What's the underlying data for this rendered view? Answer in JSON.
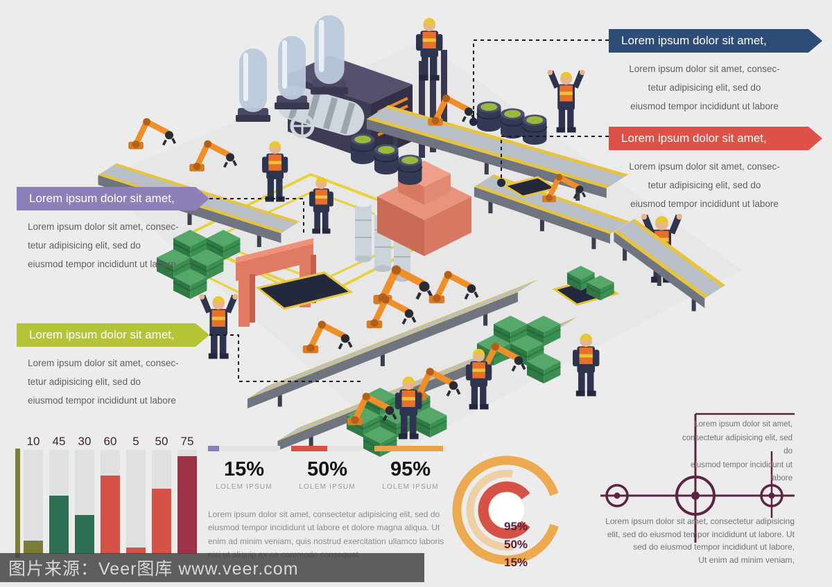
{
  "colors": {
    "background": "#ececec",
    "callout_blue": "#2d4d76",
    "callout_red": "#dd5146",
    "callout_purple": "#8d7fb8",
    "callout_green": "#b5c436",
    "accent_orange": "#ef8f2a",
    "accent_yellow": "#e8c43a",
    "dark_navy": "#343a55",
    "maroon": "#5c2342"
  },
  "callouts": [
    {
      "position": "top-right",
      "color": "#2d4d76",
      "title": "Lorem ipsum dolor sit amet,",
      "lines": [
        "Lorem ipsum dolor sit amet, consec-",
        "tetur adipisicing elit, sed do",
        "eiusmod tempor incididunt ut labore"
      ]
    },
    {
      "position": "mid-right",
      "color": "#dd5146",
      "title": "Lorem ipsum dolor sit amet,",
      "lines": [
        "Lorem ipsum dolor sit amet, consec-",
        "tetur adipisicing elit, sed do",
        "eiusmod tempor incididunt ut labore"
      ]
    },
    {
      "position": "mid-left",
      "color": "#8d7fb8",
      "title": "Lorem ipsum dolor sit amet,",
      "lines": [
        "Lorem ipsum dolor sit amet, consec-",
        "tetur adipisicing elit, sed do",
        "eiusmod tempor incididunt ut labore"
      ]
    },
    {
      "position": "lower-left",
      "color": "#b5c436",
      "title": "Lorem ipsum dolor sit amet,",
      "lines": [
        "Lorem ipsum dolor sit amet, consec-",
        "tetur adipisicing elit, sed do",
        "eiusmod tempor incididunt ut labore"
      ]
    }
  ],
  "bar_chart": {
    "labels": [
      "10",
      "45",
      "30",
      "60",
      "5",
      "50",
      "75"
    ],
    "values": [
      10,
      45,
      30,
      60,
      5,
      50,
      75
    ],
    "colors": [
      "#7c7c34",
      "#2e6e52",
      "#2e6e52",
      "#d65246",
      "#d65246",
      "#d65246",
      "#9e3246"
    ],
    "max": 80
  },
  "stats": [
    {
      "value": "15%",
      "pct": 15,
      "label": "LOLEM IPSUM",
      "color": "#8d7fb8"
    },
    {
      "value": "50%",
      "pct": 50,
      "label": "LOLEM IPSUM",
      "color": "#d65246"
    },
    {
      "value": "95%",
      "pct": 95,
      "label": "LOLEM IPSUM",
      "color": "#e9a24b"
    }
  ],
  "paragraph": [
    "Lorem ipsum dolor sit amet, consectetur adipisicing elit, sed do",
    "eiusmod tempor incididunt ut labore et dolore magna aliqua. Ut",
    "enim ad minim veniam, quis nostrud exercitation ullamco laboris",
    "nisi ut aliquip ex ea commodo consequat"
  ],
  "donut": {
    "rings": [
      {
        "label": "95%",
        "pct": 95,
        "arc": 90,
        "color": "#eda94f"
      },
      {
        "label": "50%",
        "pct": 50,
        "arc": 55,
        "color": "#edd0a5"
      },
      {
        "label": "15%",
        "pct": 15,
        "arc": 80,
        "color": "#d65246"
      }
    ]
  },
  "plane": {
    "top_lines": [
      "Lorem ipsum dolor sit amet,",
      "consectetur adipisicing elit, sed do",
      "eiusmod tempor incididunt ut labore"
    ],
    "bottom_lines": [
      "Lorem ipsum dolor sit amet, consectetur adipisicing",
      "elit, sed do eiusmod tempor incididunt ut labore. Ut",
      "sed do eiusmod tempor incididunt ut labore,",
      "Ut enim ad minim veniam,"
    ]
  },
  "watermark": {
    "text": "图片来源：Veer图库 www.veer.com"
  },
  "chart_data": [
    {
      "type": "bar",
      "categories": [
        "10",
        "45",
        "30",
        "60",
        "5",
        "50",
        "75"
      ],
      "values": [
        10,
        45,
        30,
        60,
        5,
        50,
        75
      ],
      "title": "",
      "xlabel": "",
      "ylabel": "",
      "ylim": [
        0,
        80
      ],
      "grid": false,
      "bar_colors": [
        "#7c7c34",
        "#2e6e52",
        "#2e6e52",
        "#d65246",
        "#d65246",
        "#d65246",
        "#9e3246"
      ]
    },
    {
      "type": "pie",
      "subtype": "concentric-donut",
      "labels": [
        "95%",
        "50%",
        "15%"
      ],
      "values": [
        95,
        50,
        15
      ],
      "colors": [
        "#eda94f",
        "#edd0a5",
        "#d65246"
      ],
      "legend_position": "inside-right"
    },
    {
      "type": "bar",
      "subtype": "progress",
      "categories": [
        "LOLEM IPSUM",
        "LOLEM IPSUM",
        "LOLEM IPSUM"
      ],
      "values": [
        15,
        50,
        95
      ],
      "colors": [
        "#8d7fb8",
        "#d65246",
        "#e9a24b"
      ]
    }
  ]
}
